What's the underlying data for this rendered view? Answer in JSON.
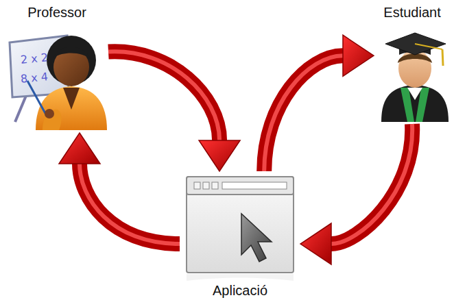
{
  "diagram": {
    "nodes": [
      {
        "text": [
          "Professor"
        ]
      },
      {
        "text": [
          "Estudiant"
        ]
      },
      {
        "text": [
          "Aplicació"
        ]
      }
    ],
    "edges": [
      {
        "from": 0,
        "to": 2,
        "arrow": "to"
      },
      {
        "from": 2,
        "to": 1,
        "arrow": "to"
      },
      {
        "from": 1,
        "to": 2,
        "arrow": "to"
      },
      {
        "from": 2,
        "to": 0,
        "arrow": "to"
      }
    ],
    "labels": [
      "2 x 2",
      "8 x 4"
    ]
  }
}
